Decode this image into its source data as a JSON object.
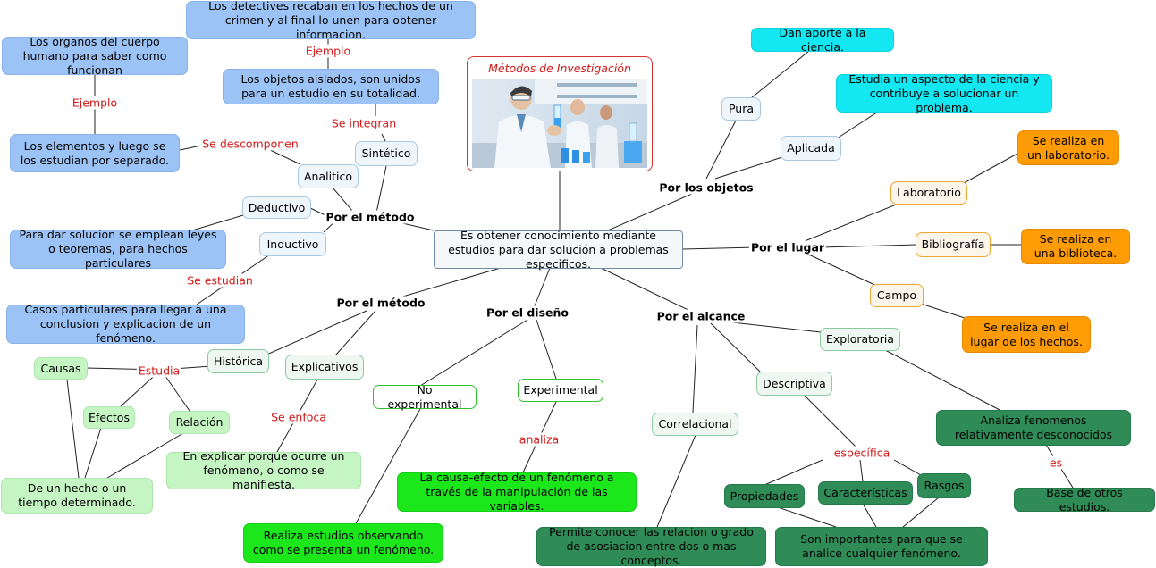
{
  "title": "Métodos de Investigación",
  "center": "Es obtener conocimiento mediante estudios para dar solución a problemas especificos.",
  "branches": {
    "metodo_top": "Por el método",
    "metodo_bottom": "Por el método",
    "diseno": "Por el diseño",
    "alcance": "Por el alcance",
    "objetos": "Por los objetos",
    "lugar": "Por el lugar"
  },
  "nodes": {
    "detectives": "Los detectives recaban en los hechos de un crimen y al final lo unen para obtener informacion.",
    "organos": "Los organos del cuerpo humano para saber como funcionan",
    "objetos_aislados": "Los objetos aislados, son unidos para un estudio en su totalidad.",
    "elementos": "Los elementos y luego se los estudian por separado.",
    "sintetico": "Sintético",
    "analitico": "Analitico",
    "deductivo": "Deductivo",
    "inductivo": "Inductivo",
    "leyes": "Para dar solucion se emplean leyes o teoremas, para hechos particulares",
    "casos": "Casos particulares para llegar a una conclusion y explicacion de un fenómeno.",
    "historica": "Histórica",
    "explicativos": "Explicativos",
    "causas": "Causas",
    "efectos": "Efectos",
    "relacion": "Relación",
    "hecho": "De un hecho o un tiempo determinado.",
    "explicar": "En explicar porque ocurre un fenómeno, o como se manifiesta.",
    "no_experimental": "No experimental",
    "experimental": "Experimental",
    "causa_efecto": "La causa-efecto de un fenómeno a través de la manipulación de las variables.",
    "realiza": "Realiza estudios observando como se presenta un fenómeno.",
    "exploratoria": "Exploratoria",
    "descriptiva": "Descriptiva",
    "correlacional": "Correlacional",
    "analiza_fen": "Analiza fenomenos relativamente desconocidos",
    "base": "Base de otros estudios.",
    "propiedades": "Propiedades",
    "caracteristicas": "Características",
    "rasgos": "Rasgos",
    "importantes": "Son importantes para que se analice cualquier fenómeno.",
    "permite": "Permite conocer las relacion o grado de asosiacion entre dos o mas conceptos.",
    "pura": "Pura",
    "aplicada": "Aplicada",
    "aporte": "Dan aporte a la ciencia.",
    "estudia_aspecto": "Estudia un aspecto de la ciencia y contribuye a solucionar un problema.",
    "laboratorio": "Laboratorio",
    "bibliografia": "Bibliografía",
    "campo": "Campo",
    "sr_laboratorio": "Se realiza en un laboratorio.",
    "sr_biblioteca": "Se realiza en una biblioteca.",
    "sr_hechos": "Se realiza en el lugar de los hechos."
  },
  "links": {
    "ejemplo1": "Ejemplo",
    "ejemplo2": "Ejemplo",
    "se_integran": "Se integran",
    "se_descomponen": "Se descomponen",
    "se_estudian": "Se estudian",
    "estudia": "Estudia",
    "se_enfoca": "Se enfoca",
    "analiza": "analiza",
    "especifica": "específica",
    "es": "es"
  }
}
